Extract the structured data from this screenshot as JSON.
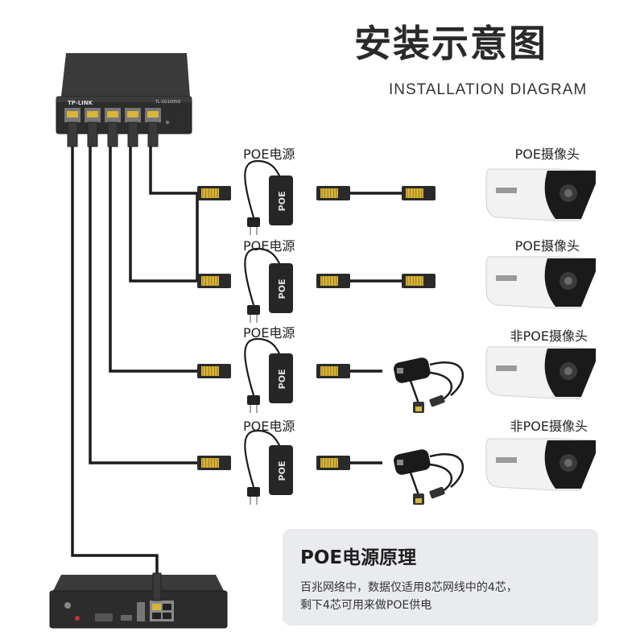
{
  "header": {
    "title": "安装示意图",
    "subtitle": "INSTALLATION DIAGRAM"
  },
  "switch": {
    "brand": "TP-LINK",
    "model": "TL-SG1005D"
  },
  "rows": [
    {
      "injector_label": "POE电源",
      "injector_text": "POE",
      "camera_label": "POE摄像头",
      "splitter": false
    },
    {
      "injector_label": "POE电源",
      "injector_text": "POE",
      "camera_label": "POE摄像头",
      "splitter": false
    },
    {
      "injector_label": "POE电源",
      "injector_text": "POE",
      "camera_label": "非POE摄像头",
      "splitter": true
    },
    {
      "injector_label": "POE电源",
      "injector_text": "POE",
      "camera_label": "非POE摄像头",
      "splitter": true
    }
  ],
  "info": {
    "title": "POE电源原理",
    "line1": "百兆网络中，数据仅适用8芯网线中的4芯，",
    "line2": "剩下4芯可用来做POE供电"
  },
  "colors": {
    "cable": "#1c1c1c",
    "device": "#2b2b2b",
    "camera_body": "#f2f2f2",
    "camera_front": "#1a1a1a",
    "info_bg": "#e9ebef",
    "connector_gold": "#d8b43a"
  }
}
